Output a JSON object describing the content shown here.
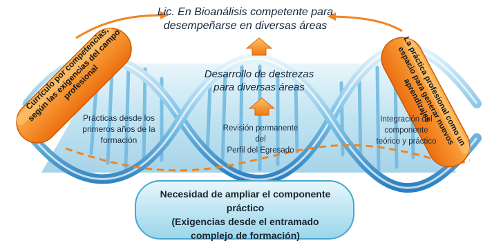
{
  "goal_top": {
    "line1": "Lic. En Bioanálisis competente para",
    "line2": "desempeñarse en diversas áreas"
  },
  "goal_mid": {
    "line1": "Desarrollo de destrezas",
    "line2": "para diversas áreas"
  },
  "left_pill": {
    "line1": "Currículo por competencias,",
    "line2": "según las exigencias del campo",
    "line3": "profesional"
  },
  "right_pill": {
    "line1": "La práctica profesional como un",
    "line2": "espacio para generar nuevos",
    "line3": "aprendizajes"
  },
  "label_left": {
    "line1": "Prácticas desde los",
    "line2": "primeros años de la",
    "line3": "formación"
  },
  "label_center": {
    "line1": "Revisión permanente",
    "line2": "del",
    "line3": "Perfil del Egresado"
  },
  "label_right": {
    "line1": "Integración del",
    "line2": "componente",
    "line3": "teórico y práctico"
  },
  "bottom_box": {
    "line1": "Necesidad de ampliar el componente",
    "line2": "práctico",
    "line3": "(Exigencias desde el entramado",
    "line4": "complejo de formación)"
  },
  "colors": {
    "orange": "#f4841f",
    "teal": "#a9dceb",
    "blue_panel": "#8fcde6",
    "helix_strand": "#3a8fc9"
  }
}
